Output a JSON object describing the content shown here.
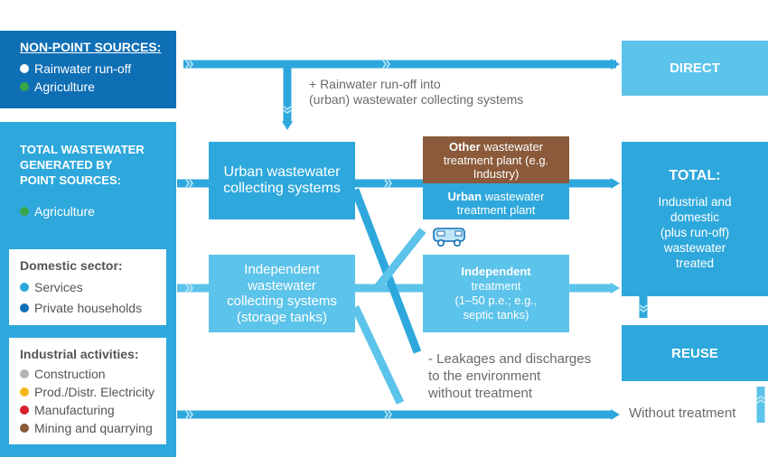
{
  "nonpoint": {
    "title": "NON-POINT SOURCES:",
    "items": [
      {
        "label": "Rainwater run-off",
        "color": "#ffffff"
      },
      {
        "label": "Agriculture",
        "color": "#3aa64a"
      }
    ]
  },
  "total_ww": {
    "title_l1": "TOTAL WASTEWATER",
    "title_l2": "GENERATED BY",
    "title_l3": "POINT SOURCES:",
    "item": {
      "label": "Agriculture",
      "color": "#3aa64a"
    }
  },
  "domestic": {
    "title": "Domestic sector:",
    "items": [
      {
        "label": "Services",
        "color": "#2ea8dc"
      },
      {
        "label": "Private households",
        "color": "#0f6fb5"
      }
    ]
  },
  "industrial": {
    "title": "Industrial activities:",
    "items": [
      {
        "label": "Construction",
        "color": "#b3b3b3"
      },
      {
        "label": "Prod./Distr. Electricity",
        "color": "#f2b81c"
      },
      {
        "label": "Manufacturing",
        "color": "#d71f2b"
      },
      {
        "label": "Mining and quarrying",
        "color": "#8a5a3a"
      }
    ]
  },
  "urban_collect": {
    "l1": "Urban wastewater",
    "l2": "collecting systems"
  },
  "independent_collect": {
    "l1": "Independent",
    "l2": "wastewater",
    "l3": "collecting systems",
    "l4": "(storage tanks)"
  },
  "other_plant": {
    "bold": "Other",
    "rest": " wastewater",
    "l2": "treatment plant (e.g.",
    "l3": "Industry)"
  },
  "urban_plant": {
    "bold": "Urban",
    "rest": " wastewater",
    "l2": "treatment plant"
  },
  "independent_treat": {
    "bold": "Independent",
    "l2": "treatment",
    "l3": "(1–50 p.e.; e.g.,",
    "l4": "septic tanks)"
  },
  "direct": {
    "label": "DIRECT"
  },
  "total": {
    "title": "TOTAL:",
    "l1": "Industrial and",
    "l2": "domestic",
    "l3": "(plus run-off)",
    "l4": "wastewater",
    "l5": "treated"
  },
  "reuse": {
    "label": "REUSE"
  },
  "notes": {
    "rain_l1": "+ Rainwater run-off into",
    "rain_l2": "(urban) wastewater collecting systems",
    "leak_l1": "- Leakages and discharges",
    "leak_l2": "to the environment",
    "leak_l3": "without treatment",
    "without": "Without treatment"
  },
  "colors": {
    "dark": "#0f6fb5",
    "mid": "#2ea8dc",
    "light": "#5cc3ea",
    "brown": "#8a5a3a"
  },
  "icons": [
    "truck-icon",
    "chevron-arrow-icon"
  ]
}
